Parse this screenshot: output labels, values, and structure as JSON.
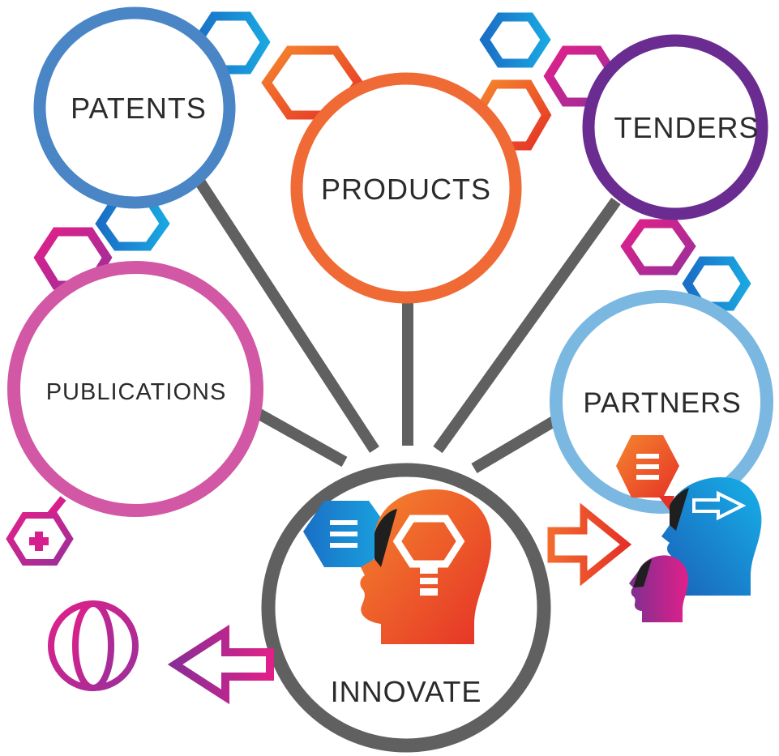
{
  "diagram": {
    "center": {
      "label": "INNOVATE",
      "color": "#606060"
    },
    "nodes": [
      {
        "id": "patents",
        "label": "PATENTS",
        "color": "#4a86c6"
      },
      {
        "id": "products",
        "label": "PRODUCTS",
        "color": "#f06a36"
      },
      {
        "id": "tenders",
        "label": "TENDERS",
        "color": "#6a2c91"
      },
      {
        "id": "publications",
        "label": "PUBLICATIONS",
        "color": "#d257a5"
      },
      {
        "id": "partners",
        "label": "PARTNERS",
        "color": "#7ab8e2"
      }
    ],
    "connector_color": "#606060",
    "accent_colors": {
      "blue": "#1788d5",
      "orange": "#f26a2e",
      "red": "#e53227",
      "magenta": "#d61f8d",
      "purple": "#7c2f91",
      "teal": "#1aa6e0"
    },
    "icons": [
      "globe-icon",
      "arrow-left-icon",
      "arrow-right-icon",
      "plus-icon",
      "lightbulb-head-icon",
      "speech-bubble-icon",
      "listening-heads-icon"
    ]
  }
}
